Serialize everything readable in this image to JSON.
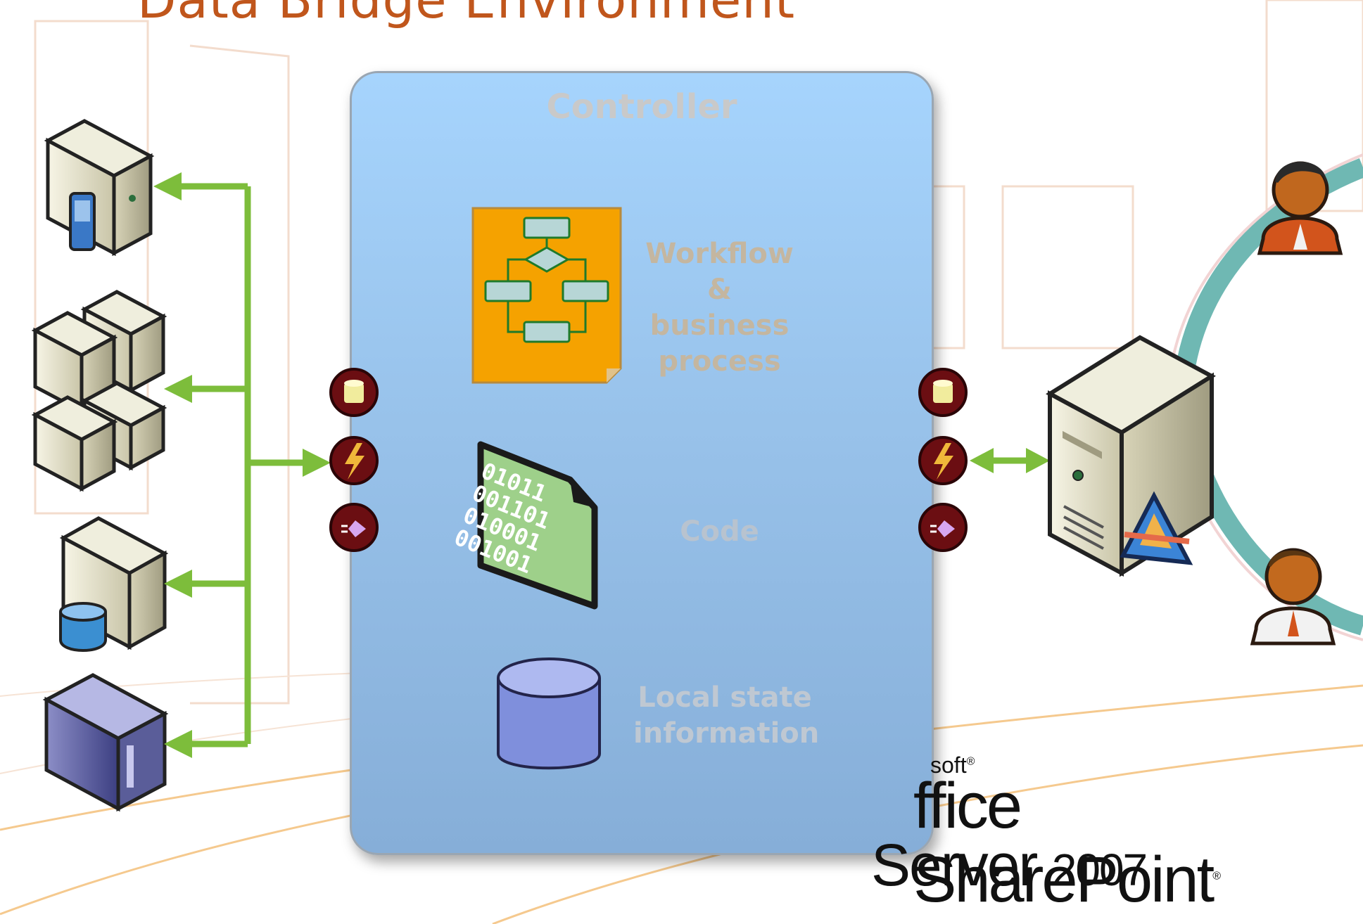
{
  "slide": {
    "title": "Data Bridge Environment"
  },
  "controller": {
    "title": "Controller",
    "workflow_label_line1": "Workflow",
    "workflow_label_line2": "& business",
    "workflow_label_line3": "process",
    "code_label": "Code",
    "local_state_line1": "Local state",
    "local_state_line2": "information",
    "code_bits": [
      "01011",
      "001101",
      "010001",
      "001001"
    ]
  },
  "logo": {
    "microsoft": "soft",
    "product": "ffice SharePoint",
    "server": "Server",
    "year": "2007"
  },
  "colors": {
    "arrow_green": "#7dbd3b",
    "title_orange": "#c0561c",
    "controller_fill_top": "#a6d4fd",
    "controller_fill_bottom": "#86aed8",
    "port_dark_red": "#6b0e12",
    "workflow_orange": "#f5a200"
  },
  "icons": {
    "left_systems": [
      "server-mobile-icon",
      "server-cluster-icon",
      "server-database-icon",
      "mainframe-icon"
    ],
    "ports": [
      "database-port-icon",
      "event-port-icon",
      "message-port-icon"
    ],
    "right": [
      "sharepoint-server-icon",
      "user-icon",
      "user-icon"
    ]
  }
}
